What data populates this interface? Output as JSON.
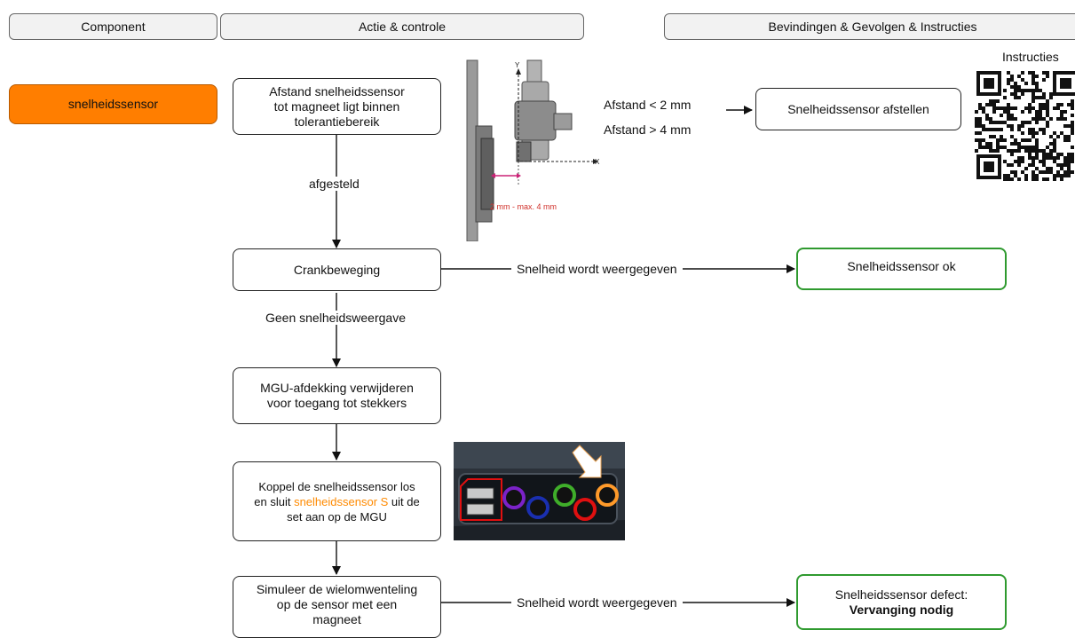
{
  "headers": {
    "component": "Component",
    "action": "Actie & controle",
    "findings": "Bevindingen & Gevolgen & Instructies"
  },
  "component_label": "snelheidssensor",
  "qr": {
    "label": "Instructies"
  },
  "steps": {
    "s1_line1": "Afstand snelheidssensor",
    "s1_line2": "tot magneet ligt binnen",
    "s1_line3": "tolerantiebereik",
    "s2": "Crankbeweging",
    "s3_line1": "MGU-afdekking verwijderen",
    "s3_line2": "voor toegang tot stekkers",
    "s4_line1": "Koppel de snelheidssensor los",
    "s4_line2a": "en sluit ",
    "s4_line2_highlight": "snelheidssensor S",
    "s4_line2b": " uit de",
    "s4_line3": "set aan op de MGU",
    "s5_line1": "Simuleer de wielomwenteling",
    "s5_line2": "op de sensor met een",
    "s5_line3": "magneet"
  },
  "edges": {
    "adjusted": "afgesteld",
    "no_speed": "Geen snelheidsweergave",
    "speed_shown_1": "Snelheid wordt weergegeven",
    "speed_shown_2": "Snelheid wordt weergegeven",
    "dist_lt": "Afstand < 2 mm",
    "dist_gt": "Afstand > 4 mm"
  },
  "results": {
    "adjust": "Snelheidssensor afstellen",
    "ok": "Snelheidssensor ok",
    "defect_line1": "Snelheidssensor defect:",
    "defect_line2": "Vervanging nodig"
  },
  "sensor_figure": {
    "range_label": "2 mm - max. 4 mm",
    "axis_x": "X",
    "axis_y": "Y"
  },
  "colors": {
    "component_fill": "#ff7e00",
    "ok_border": "#2f9a2f",
    "highlight_text": "#ff8a00",
    "dimension": "#cc2277",
    "connector_ring_purple": "#7b22c8",
    "connector_ring_blue": "#1a2fb0",
    "connector_ring_green": "#3fae2a",
    "connector_ring_red": "#e01010",
    "connector_ring_orange": "#ff9a2a"
  }
}
